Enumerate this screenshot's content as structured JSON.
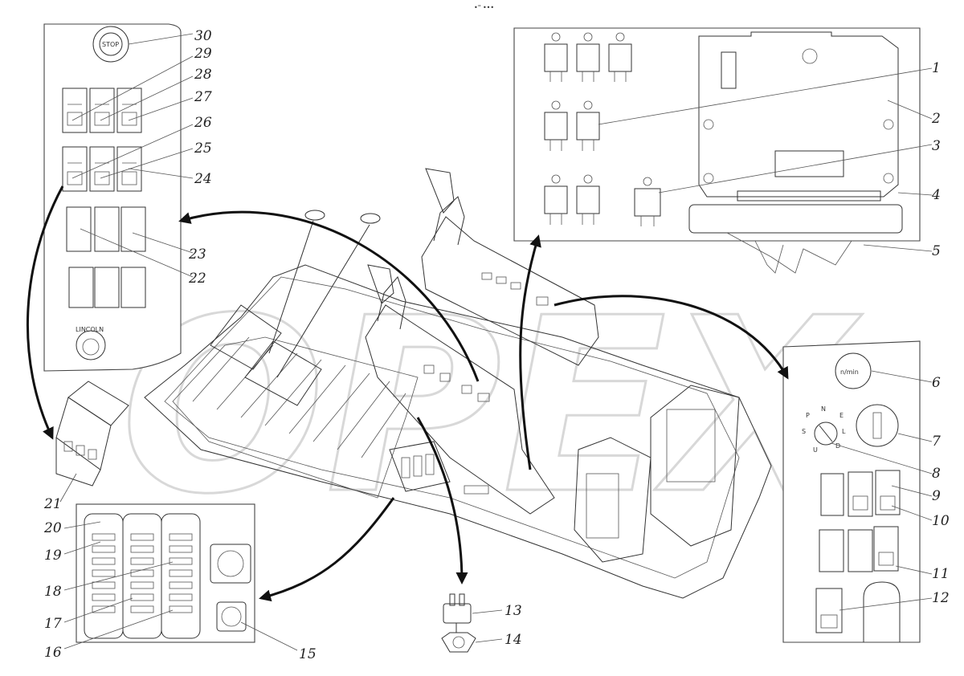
{
  "callouts": {
    "c1": "1",
    "c2": "2",
    "c3": "3",
    "c4": "4",
    "c5": "5",
    "c6": "6",
    "c7": "7",
    "c8": "8",
    "c9": "9",
    "c10": "10",
    "c11": "11",
    "c12": "12",
    "c13": "13",
    "c14": "14",
    "c15": "15",
    "c16": "16",
    "c17": "17",
    "c18": "18",
    "c19": "19",
    "c20": "20",
    "c21": "21",
    "c22": "22",
    "c23": "23",
    "c24": "24",
    "c25": "25",
    "c26": "26",
    "c27": "27",
    "c28": "28",
    "c29": "29",
    "c30": "30"
  },
  "labels": {
    "stop": "STOP",
    "lincoln": "LINCOLN",
    "rpm": "n/min",
    "sel_p": "P",
    "sel_n": "N",
    "sel_e": "E",
    "sel_s": "S",
    "sel_l": "L",
    "sel_u": "U",
    "sel_d": "D"
  },
  "watermark": "OPEX",
  "header_mark": "•\" •••"
}
